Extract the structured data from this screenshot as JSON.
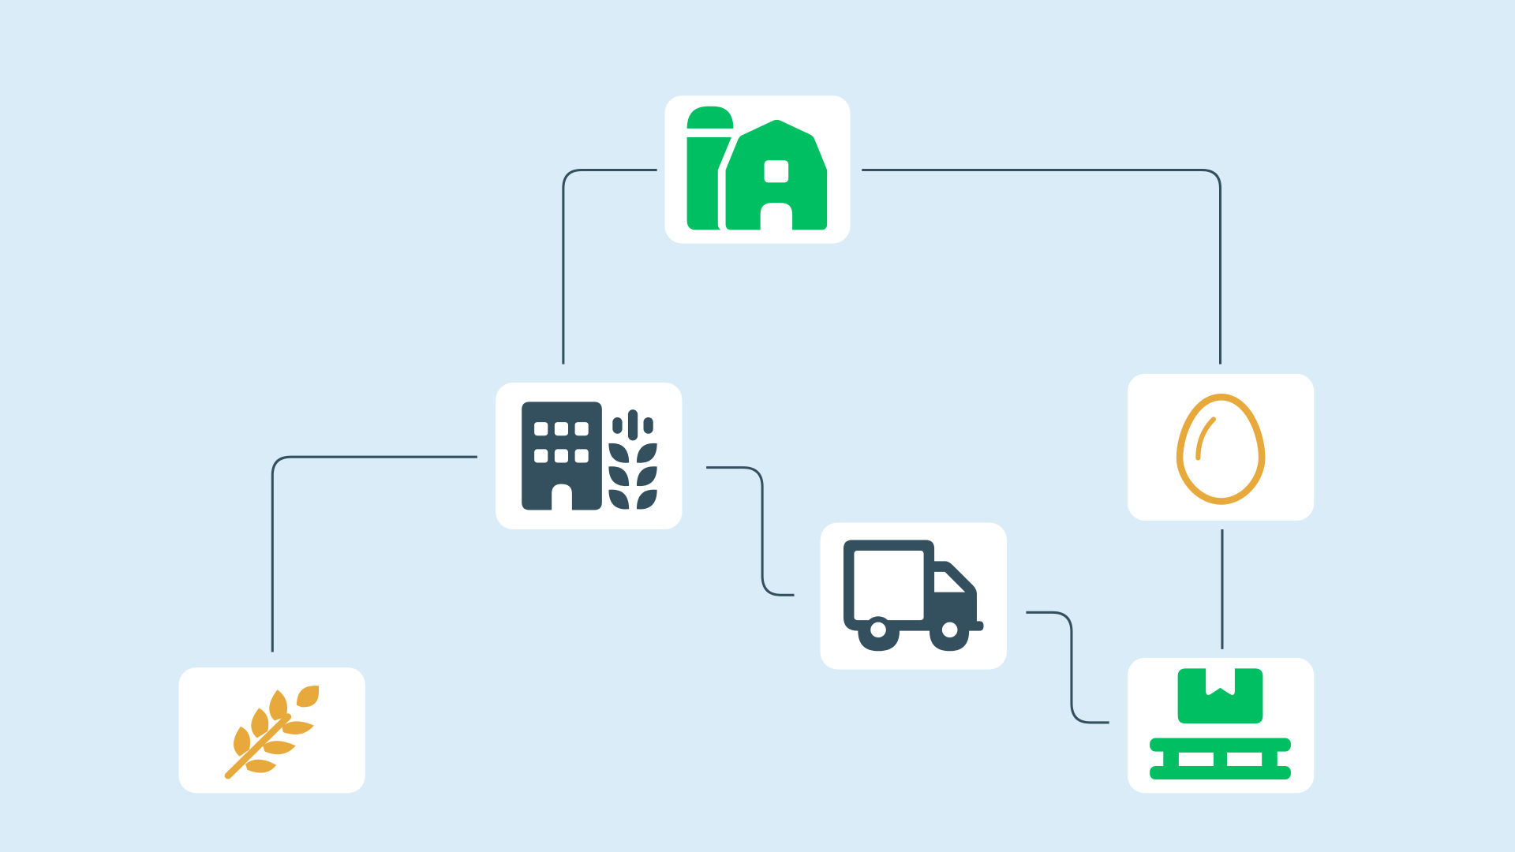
{
  "colors": {
    "background": "#daecf7",
    "card": "#ffffff",
    "connector": "#34505f",
    "green": "#00bf63",
    "navy": "#34505f",
    "orange": "#e8a93c"
  },
  "nodes": [
    {
      "id": "farm",
      "icon": "barn-icon"
    },
    {
      "id": "processing",
      "icon": "factory-wheat-icon"
    },
    {
      "id": "egg",
      "icon": "egg-icon"
    },
    {
      "id": "transport",
      "icon": "truck-icon"
    },
    {
      "id": "grain",
      "icon": "wheat-icon"
    },
    {
      "id": "warehouse",
      "icon": "pallet-box-icon"
    }
  ]
}
